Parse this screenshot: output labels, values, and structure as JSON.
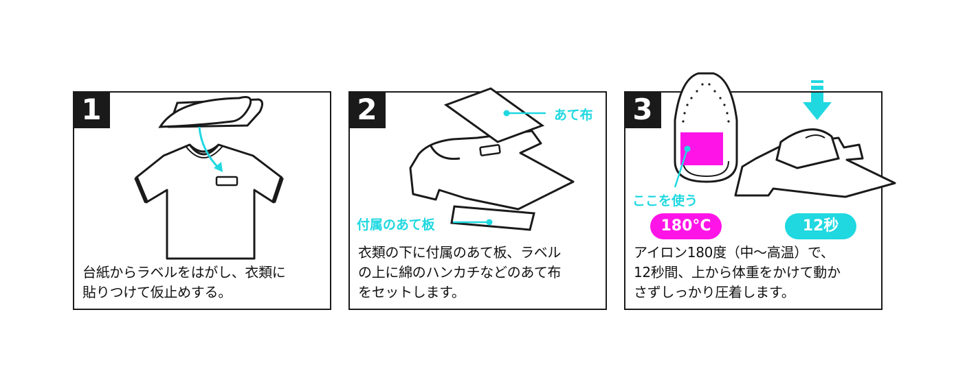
{
  "colors": {
    "accent": "#1fd8e0",
    "heat": "#ff14e8",
    "ink": "#1a1a1a"
  },
  "steps": [
    {
      "number": "1",
      "text": "台紙からラベルをはがし、衣類に\n貼りつけて仮止めする。"
    },
    {
      "number": "2",
      "text": "衣類の下に付属のあて板、ラベル\nの上に綿のハンカチなどのあて布\nをセットします。",
      "callouts": {
        "cloth": "あて布",
        "board": "付属のあて板"
      }
    },
    {
      "number": "3",
      "text": "アイロン180度（中～高温）で、\n12秒間、上から体重をかけて動か\nさずしっかり圧着します。",
      "callouts": {
        "area": "ここを使う"
      },
      "temperature": "180°C",
      "time": "12秒"
    }
  ]
}
